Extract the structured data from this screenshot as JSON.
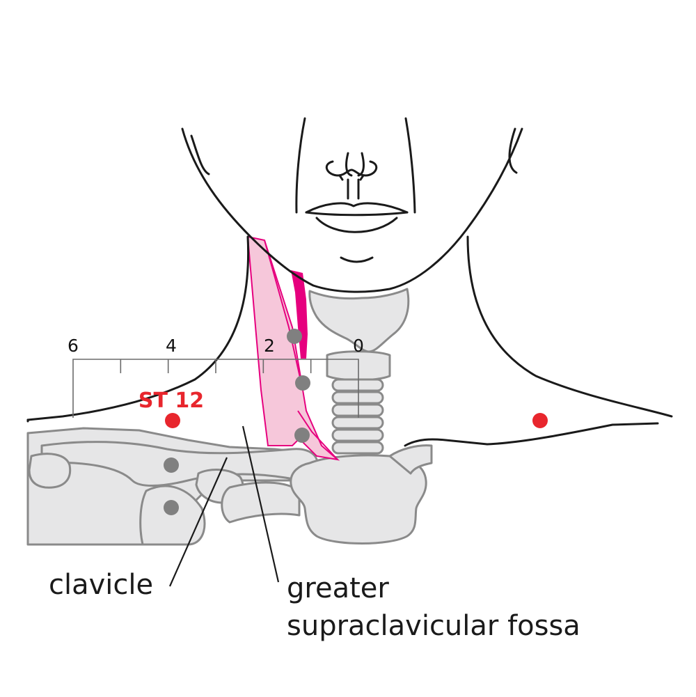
{
  "colors": {
    "acupoint": "#e8262d",
    "reference_point": "#808080",
    "muscle_fill": "#f6c7da",
    "muscle_outline": "#e6007e",
    "muscle_dark": "#e6007e",
    "bone_fill": "#e6e6e7",
    "bone_outline": "#8a8a8a",
    "body_outline": "#1a1a1a"
  },
  "ruler": {
    "tick_labels": [
      "6",
      "4",
      "2",
      "0"
    ]
  },
  "point": {
    "label": "ST 12"
  },
  "labels": {
    "clavicle": "clavicle",
    "fossa_line1": "greater",
    "fossa_line2": "supraclavicular fossa"
  }
}
